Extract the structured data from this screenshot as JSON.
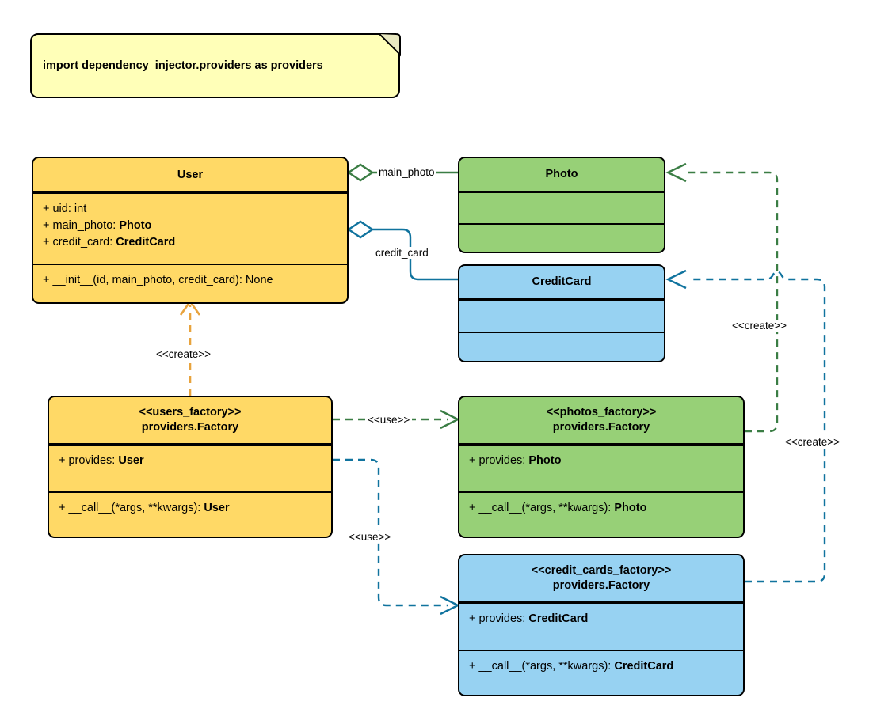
{
  "diagram": {
    "title": "Dependency Injector providers UML class diagram",
    "colors": {
      "note_fill": "#ffffb8",
      "yellow_fill": "#ffd966",
      "green_fill": "#97d077",
      "blue_fill": "#97d2f2",
      "outline": "#000000",
      "green_edge": "#3a7d44",
      "blue_edge": "#10739e",
      "orange_edge": "#e8a33d"
    }
  },
  "note": {
    "text": "import dependency_injector.providers as providers"
  },
  "classes": {
    "user": {
      "title": "User",
      "attributes": [
        {
          "prefix": "+ uid: ",
          "type": "int",
          "type_bold": false
        },
        {
          "prefix": "+ main_photo: ",
          "type": "Photo",
          "type_bold": true
        },
        {
          "prefix": "+ credit_card: ",
          "type": "CreditCard",
          "type_bold": true
        }
      ],
      "methods": [
        {
          "prefix": "+ __init__(id, main_photo, credit_card): ",
          "type": "None",
          "type_bold": false
        }
      ]
    },
    "photo": {
      "title": "Photo",
      "attributes": [],
      "methods": []
    },
    "credit_card": {
      "title": "CreditCard",
      "attributes": [],
      "methods": []
    },
    "users_factory": {
      "stereotype": "<<users_factory>>",
      "title": "providers.Factory",
      "attributes": [
        {
          "prefix": "+ provides: ",
          "type": "User",
          "type_bold": true
        }
      ],
      "methods": [
        {
          "prefix": "+ __call__(*args, **kwargs): ",
          "type": "User",
          "type_bold": true
        }
      ]
    },
    "photos_factory": {
      "stereotype": "<<photos_factory>>",
      "title": "providers.Factory",
      "attributes": [
        {
          "prefix": "+ provides: ",
          "type": "Photo",
          "type_bold": true
        }
      ],
      "methods": [
        {
          "prefix": "+ __call__(*args, **kwargs): ",
          "type": "Photo",
          "type_bold": true
        }
      ]
    },
    "credit_cards_factory": {
      "stereotype": "<<credit_cards_factory>>",
      "title": "providers.Factory",
      "attributes": [
        {
          "prefix": "+ provides: ",
          "type": "CreditCard",
          "type_bold": true
        }
      ],
      "methods": [
        {
          "prefix": "+ __call__(*args, **kwargs): ",
          "type": "CreditCard",
          "type_bold": true
        }
      ]
    }
  },
  "edges": {
    "main_photo": {
      "label": "main_photo",
      "kind": "aggregation",
      "from": "User",
      "to": "Photo"
    },
    "credit_card": {
      "label": "credit_card",
      "kind": "aggregation",
      "from": "User",
      "to": "CreditCard"
    },
    "users_create": {
      "label": "<<create>>",
      "kind": "dependency",
      "from": "users_factory",
      "to": "User"
    },
    "users_use_photos": {
      "label": "<<use>>",
      "kind": "dependency",
      "from": "users_factory",
      "to": "photos_factory"
    },
    "users_use_cards": {
      "label": "<<use>>",
      "kind": "dependency",
      "from": "users_factory",
      "to": "credit_cards_factory"
    },
    "photos_create": {
      "label": "<<create>>",
      "kind": "dependency",
      "from": "photos_factory",
      "to": "Photo"
    },
    "cards_create": {
      "label": "<<create>>",
      "kind": "dependency",
      "from": "credit_cards_factory",
      "to": "CreditCard"
    }
  }
}
